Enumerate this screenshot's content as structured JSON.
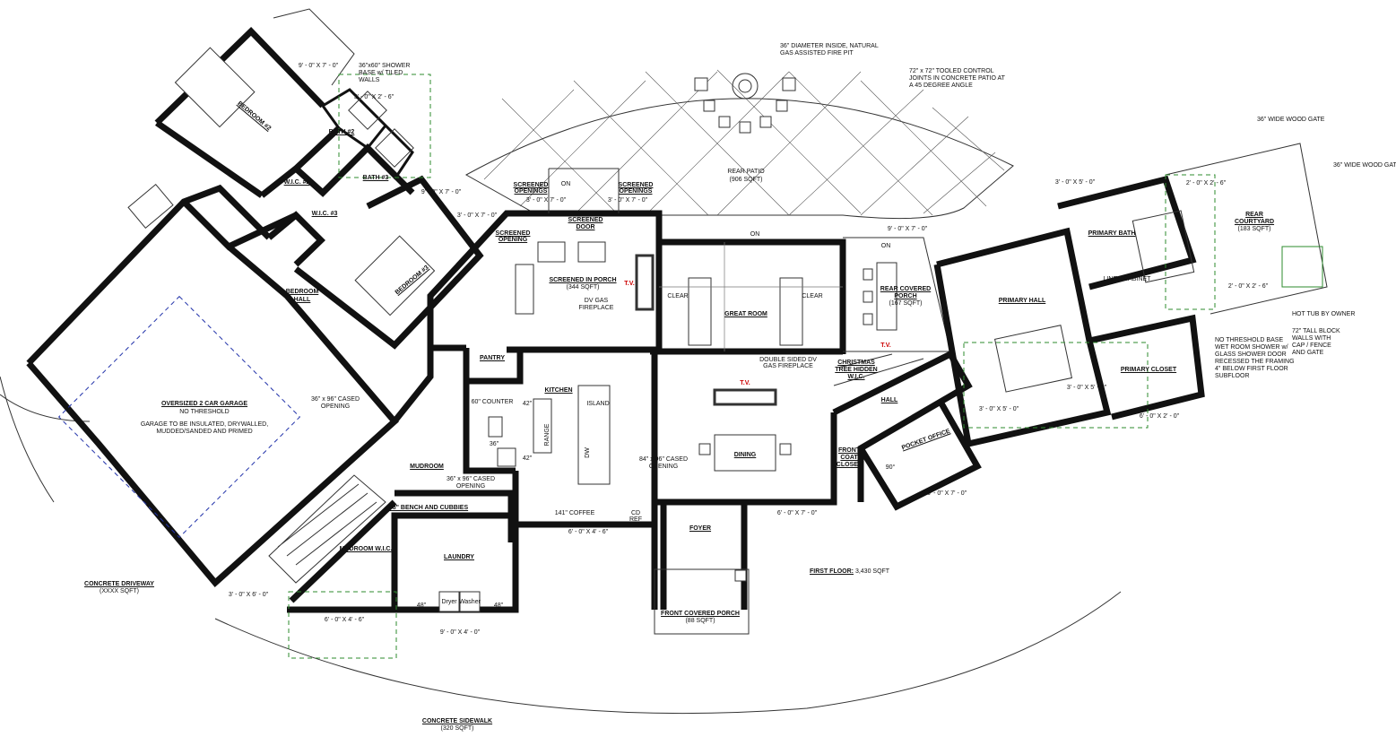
{
  "floor": {
    "label": "FIRST FLOOR:",
    "area": "3,430 SQFT"
  },
  "rooms": {
    "bedroom2": "BEDROOM #2",
    "bedroom3": "BEDROOM #3",
    "bath2": "BATH #2",
    "bath3": "BATH #3",
    "wic2": "W.I.C. #2",
    "wic3": "W.I.C. #3",
    "bedroom_hall_1": "BEDROOM",
    "bedroom_hall_2": "HALL",
    "garage": "OVERSIZED 2 CAR GARAGE",
    "garage_note1": "NO THRESHOLD",
    "garage_note2": "GARAGE TO BE INSULATED, DRYWALLED,",
    "garage_note3": "MUDDED/SANDED AND PRIMED",
    "mudroom": "MUDROOM",
    "mudroom_wic": "MUDROOM W.I.C.",
    "laundry": "LAUNDRY",
    "bench": "88\" BENCH AND CUBBIES",
    "pantry": "PANTRY",
    "kitchen": "KITCHEN",
    "island": "ISLAND",
    "range": "RANGE",
    "counter": "60\" COUNTER",
    "dw": "DW",
    "coffee": "141\" COFFEE",
    "cd": "CD",
    "ref": "REF",
    "screened_porch": "SCREENED IN PORCH",
    "screened_porch_area": "(344 SQFT)",
    "dv_gas_1": "DV GAS",
    "dv_gas_2": "FIREPLACE",
    "screened_opening_a1": "SCREENED",
    "screened_opening_a2": "OPENING",
    "screened_opening_b1": "SCREENED",
    "screened_opening_b2": "OPENINGS",
    "screened_opening_c1": "SCREENED",
    "screened_opening_c2": "OPENINGS",
    "screened_door_1": "SCREENED",
    "screened_door_2": "DOOR",
    "great_room": "GREAT ROOM",
    "double_sided_1": "DOUBLE SIDED DV",
    "double_sided_2": "GAS FIREPLACE",
    "dining": "DINING",
    "foyer": "FOYER",
    "front_porch": "FRONT COVERED PORCH",
    "front_porch_area": "(88 SQFT)",
    "rear_patio": "REAR PATIO",
    "rear_patio_area": "(906 SQFT)",
    "rear_porch_1": "REAR COVERED",
    "rear_porch_2": "PORCH",
    "rear_porch_area": "(167 SQFT)",
    "christmas_1": "CHRISTMAS",
    "christmas_2": "TREE HIDDEN",
    "christmas_3": "W.I.C.",
    "hall": "HALL",
    "front_coat_1": "FRONT",
    "front_coat_2": "COAT",
    "front_coat_3": "CLOSET",
    "pocket_office": "POCKET OFFICE",
    "primary_hall": "PRIMARY HALL",
    "primary_bath": "PRIMARY BATH",
    "linen": "LINEN CABINET",
    "primary_closet": "PRIMARY CLOSET",
    "courtyard_1": "REAR",
    "courtyard_2": "COURTYARD",
    "courtyard_area": "(183 SQFT)",
    "driveway": "CONCRETE DRIVEWAY",
    "driveway_area": "(XXXX SQFT)",
    "sidewalk": "CONCRETE SIDEWALK",
    "sidewalk_area": "(320 SQFT)",
    "dryer": "Dryer",
    "washer": "Washer"
  },
  "notes": {
    "fire_pit_1": "36\" DIAMETER INSIDE, NATURAL",
    "fire_pit_2": "GAS ASSISTED FIRE PIT",
    "joints_1": "72\" x 72\" TOOLED CONTROL",
    "joints_2": "JOINTS IN CONCRETE PATIO AT",
    "joints_3": "A 45 DEGREE ANGLE",
    "shower_1": "36\"x60\" SHOWER",
    "shower_2": "BASE w/ TILED",
    "shower_3": "WALLS",
    "gate1": "36\" WIDE WOOD GATE",
    "gate2": "36\" WIDE WOOD GATE",
    "hot_tub": "HOT TUB BY OWNER",
    "block_1": "72\" TALL BLOCK",
    "block_2": "WALLS WITH",
    "block_3": "CAP / FENCE",
    "block_4": "AND GATE",
    "wet_1": "NO THRESHOLD BASE",
    "wet_2": "WET ROOM SHOWER w/",
    "wet_3": "GLASS SHOWER DOOR",
    "wet_4": "RECESSED THE FRAMING",
    "wet_5": "4\" BELOW FIRST FLOOR",
    "wet_6": "SUBFLOOR",
    "cased_garage_1": "36\" x 96\" CASED",
    "cased_garage_2": "OPENING",
    "cased_kitchen_1": "36\" x 96\" CASED",
    "cased_kitchen_2": "OPENING",
    "cased_dining_1": "84\" x 96\" CASED",
    "cased_dining_2": "OPENING"
  },
  "dims": {
    "d_9070_a": "9' - 0\" X 7' - 0\"",
    "d_3026": "3' - 0\" X 2' - 6\"",
    "d_9070_b": "9' - 0\" X 7' - 0\"",
    "d_3070_a": "3' - 0\" X 7' - 0\"",
    "d_3070_b": "3' - 0\" X 7' - 0\"",
    "d_3070_c": "3' - 0\" X 7' - 0\"",
    "d_9070_c": "9' - 0\" X 7' - 0\"",
    "d_3050_a": "3' - 0\" X 5' - 0\"",
    "d_2026_a": "2' - 0\" X 2' - 6\"",
    "d_2026_b": "2' - 0\" X 2' - 6\"",
    "d_3050_b": "3' - 0\" X 5' - 0\"",
    "d_3050_c": "3' - 0\" X 5' - 0\"",
    "d_6020": "6' - 0\" X 2' - 0\"",
    "d_3070_d": "3' - 0\" X 7' - 0\"",
    "d_6070": "6' - 0\" X 7' - 0\"",
    "d_6046_a": "6' - 0\" X 4' - 6\"",
    "d_6046_b": "6' - 0\" X 4' - 6\"",
    "d_9040": "9' - 0\" X 4' - 0\"",
    "d_3060": "3' - 0\" X 6' - 0\"",
    "in42_a": "42\"",
    "in42_b": "42\"",
    "in48_a": "48\"",
    "in48_b": "48\"",
    "in36": "36\"",
    "deg90": "90°",
    "on": "ON",
    "tv": "T.V.",
    "clear": "CLEAR"
  }
}
